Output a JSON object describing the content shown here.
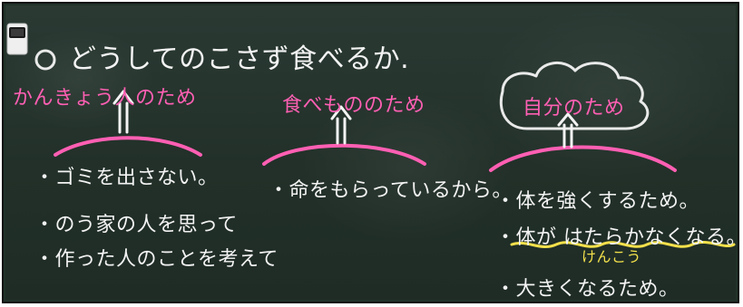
{
  "board": {
    "question": "どうしてのこさず食べるか.",
    "left_title": "かんきょう人のため",
    "middle_title": "食べもののため",
    "right_title": "自分のため",
    "left_items": [
      "・ゴミを出さない。",
      "・のう家の人を思って",
      "・作った人のことを考えて"
    ],
    "middle_items": [
      "・命をもらっているから。"
    ],
    "right_items": [
      "・体を強くするため。",
      "・体が はたらかなくなる。",
      "けんこう",
      "・大きくなるため。"
    ]
  },
  "colors": {
    "board": "#223029",
    "white_chalk": "#f3f3f3",
    "pink_chalk": "#ff5fb3",
    "yellow_chalk": "#f2e04b"
  }
}
